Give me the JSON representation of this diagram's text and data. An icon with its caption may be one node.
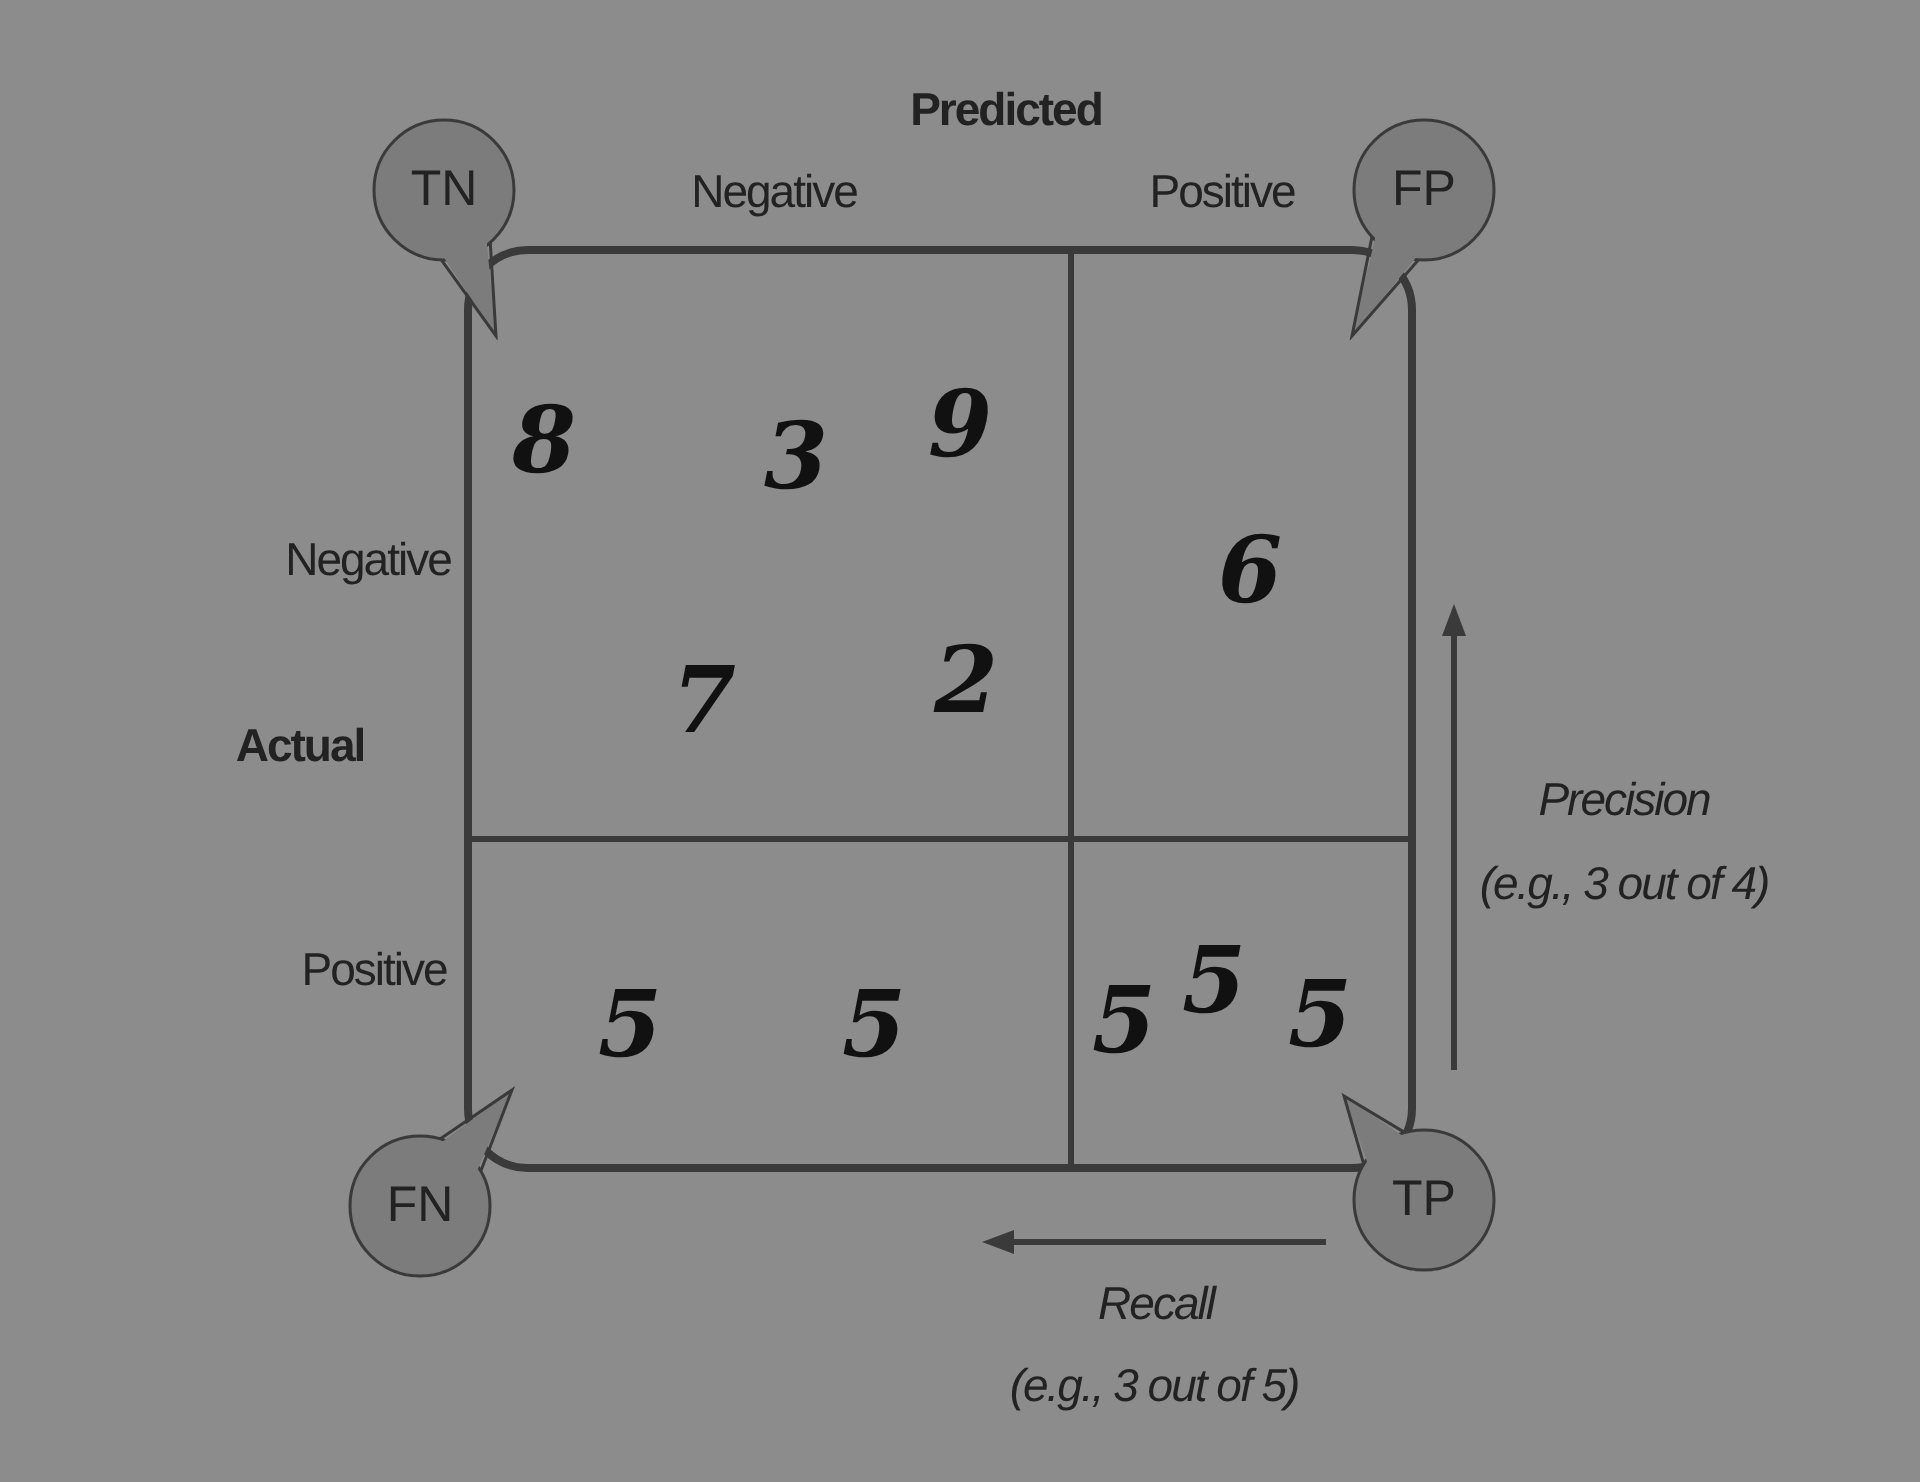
{
  "diagram": {
    "nodes": [
      {
        "text": [],
        "shape": "box"
      },
      {
        "text": [
          "8",
          "3",
          "9",
          "7",
          "2"
        ],
        "in": 0
      },
      {
        "text": [
          "6"
        ],
        "in": 0
      },
      {
        "text": [
          "5",
          "5"
        ],
        "in": 0
      },
      {
        "text": [
          "5",
          "5",
          "5"
        ],
        "in": 0
      },
      {
        "text": [
          "TN"
        ]
      },
      {
        "text": [
          "FP"
        ]
      },
      {
        "text": [
          "FN"
        ]
      },
      {
        "text": [
          "TP"
        ]
      }
    ],
    "edges": [],
    "labels": [
      "Predicted",
      "Negative",
      "Positive",
      "Negative",
      "Actual",
      "Precision",
      "(e.g., 3 out of 4)",
      "Positive",
      "Recall",
      "(e.g., 3 out of 5)"
    ]
  }
}
